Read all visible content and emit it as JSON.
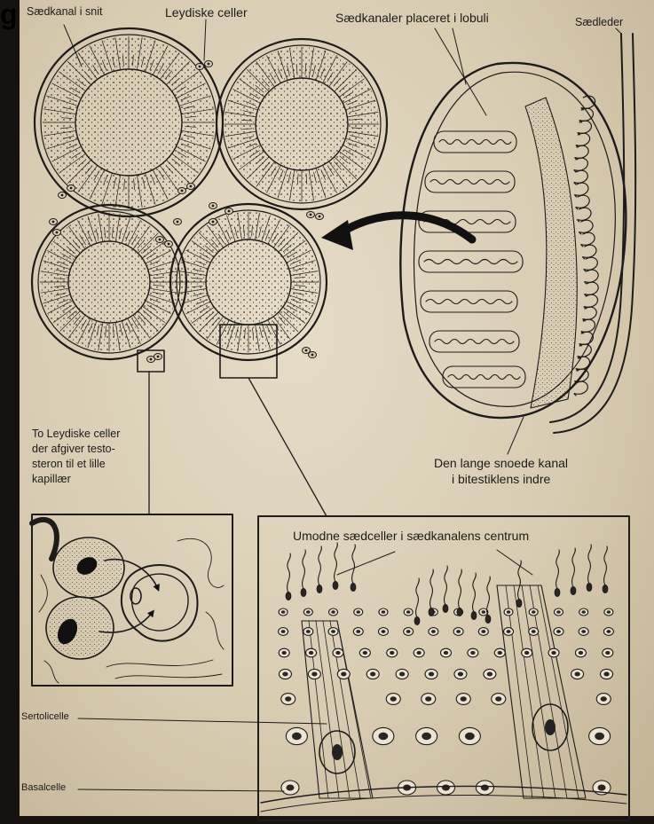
{
  "corner_mark": "g",
  "labels": {
    "tubule_section": "Sædkanal i snit",
    "leydig_cells": "Leydiske celler",
    "tubules_in_lobules": "Sædkanaler placeret i lobuli",
    "vas_deferens": "Sædleder",
    "long_coiled_duct_1": "Den lange snoede kanal",
    "long_coiled_duct_2": "i bitestiklens indre",
    "two_leydig_1": "To Leydiske celler",
    "two_leydig_2": "der afgiver testo-",
    "two_leydig_3": "steron til et lille",
    "two_leydig_4": "kapillær",
    "immature_sperm": "Umodne sædceller i sædkanalens centrum",
    "sertoli_cell": "Sertolicelle",
    "basal_cell": "Basalcelle"
  }
}
